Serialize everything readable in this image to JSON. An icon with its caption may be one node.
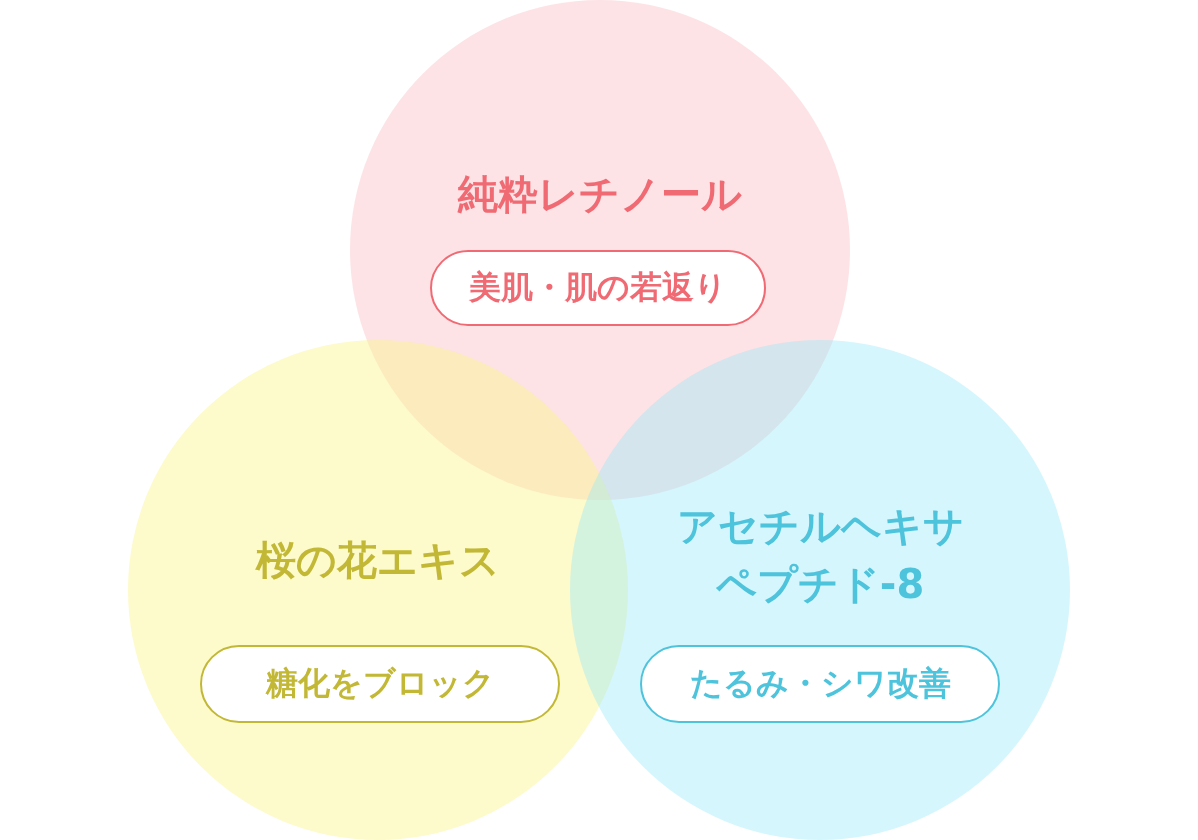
{
  "diagram": {
    "nodes": [
      {
        "text": [
          "純粋レチノール"
        ]
      },
      {
        "text": [
          "美肌・肌の若返り"
        ],
        "in": 0
      },
      {
        "text": [
          "桜の花エキス"
        ]
      },
      {
        "text": [
          "糖化をブロック"
        ],
        "in": 2
      },
      {
        "text": [
          "アセチルヘキサペプチド-8"
        ]
      },
      {
        "text": [
          "たるみ・シワ改善"
        ],
        "in": 4
      }
    ],
    "edges": []
  }
}
